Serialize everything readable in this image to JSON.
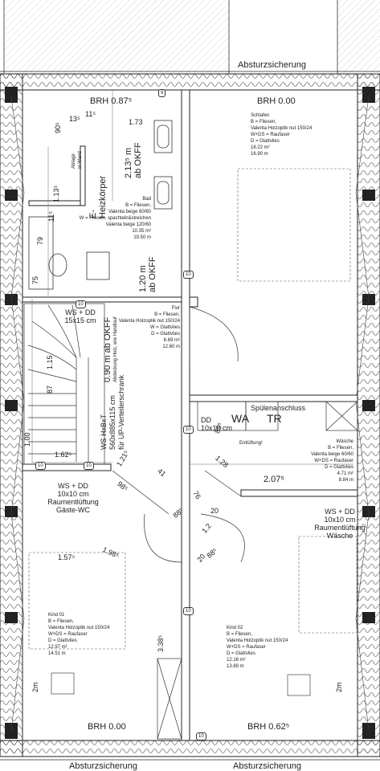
{
  "labels": {
    "absturz_top": "Absturzsicherung",
    "absturz_bottom_left": "Absturzsicherung",
    "absturz_bottom_right": "Absturzsicherung",
    "brh_bad": "BRH 0.87⁵",
    "brh_schlafen": "BRH 0.00",
    "brh_kind01": "BRH 0.00",
    "brh_kind02": "BRH 0.62⁵"
  },
  "rooms": {
    "schlafen": [
      "Schlafen",
      "B = Fliesen,",
      "Valenta Holzoptik nut 150/24",
      "W+DS = Raufaser",
      "D = Glattvlies",
      "16.22 m²",
      "16.90 m"
    ],
    "bad": [
      "Bad",
      "B = Fliesen,",
      "Valenta beige 60/60",
      "W = Fliesen, spachteln&streichen",
      "Valenta beige 120/60",
      "10.35 m²",
      "19.50 m"
    ],
    "flur": [
      "Flur",
      "B = Fliesen,",
      "Valenta Holzoptik nut 150/24",
      "W = Glattvlies",
      "D = Glattvlies",
      "6.69 m²",
      "12.60 m"
    ],
    "waesche": [
      "Wäsche",
      "B = Fliesen,",
      "Valenta beige 60/60",
      "W+DS = Raufaser",
      "D = Glattvlies",
      "4.71 m²",
      "8.84 m"
    ],
    "kind01": [
      "Kind 01",
      "B = Fliesen,",
      "Valenta Holzoptik nut 150/24",
      "W+DS = Raufaser",
      "D = Glattvlies",
      "12.97 m²",
      "14.51 m"
    ],
    "kind02": [
      "Kind 02",
      "B = Fliesen,",
      "Valenta Holzoptik nut 150/24",
      "W+DS = Raufaser",
      "D = Glattvlies",
      "12.16 m²",
      "13.89 m"
    ]
  },
  "annotations": {
    "ws_dd_top_left": "WS + DD",
    "ws_dd_top_left_size": "15x15 cm",
    "spuelenanschluss": "Spülenanschluss",
    "dd_wa": "DD",
    "dd_wa_size": "10x10 cm",
    "wa": "WA",
    "tr": "TR",
    "entlueftung": "Entlüftung!",
    "ws_dd_gaeste": "WS + DD",
    "gaeste_size": "10x10 cm",
    "gaeste_line1": "Raumentlüftung",
    "gaeste_line2": "Gäste-WC",
    "ws_dd_waesche": "WS + DD",
    "waesche_size": "10x10 cm",
    "waesche_line1": "Raumentlüftung",
    "waesche_line2": "Wäsche",
    "ws_schrank1": "WS HxBxT",
    "ws_schrank2": "560x885x115 cm",
    "ws_schrank3": "für UP-Verteilerschrank",
    "okff_090": "0.90 m ab OKFF",
    "abdeckung": "Abdeckung Holz, wie Handlauf",
    "okff_120": "1.20 m",
    "okff_120b": "ab OKFF",
    "heiz1": "E-",
    "heiz2": "Heizkörper",
    "heiz_h1": "2.13⁵ m",
    "heiz_h2": "ab OKFF",
    "ablage1": "Ablage",
    "ablage2": "in Wand"
  },
  "dimensions": {
    "d_90": "90⁵",
    "d_135": "13⁵",
    "d_115": "11⁵",
    "d_173": "1.73",
    "d_113": "1.13⁵",
    "d_79": "79",
    "d_75": "75",
    "d_115b": "1.15",
    "d_87": "87",
    "d_100": "1.00",
    "d_162": "1.62⁵",
    "d_121": "1.21⁵",
    "d_98": "98⁵",
    "d_41": "41",
    "d_76": "76",
    "d_12": "1.2",
    "d_88a": "88⁵",
    "d_88b": "88⁵",
    "d_20a": "20",
    "d_20b": "20",
    "d_128": "1.28",
    "d_85": "85⁵",
    "d_157": "1.57⁵",
    "d_198": "1.98⁵",
    "d_207": "2.07⁵",
    "d_338": "3.38⁵",
    "d_2m_a": "2m",
    "d_2m_b": "2m",
    "d_115c": "11⁵",
    "d_9": "9",
    "d_10a": "10",
    "d_10b": "10",
    "d_10c": "10",
    "d_10d": "10",
    "d_10e": "10",
    "d_10f": "10",
    "d_10g": "10"
  }
}
